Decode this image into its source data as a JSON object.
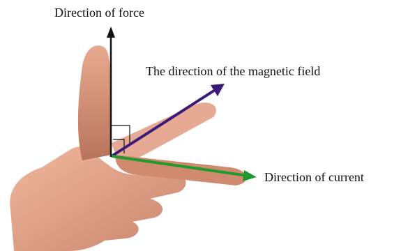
{
  "labels": {
    "force": "Direction of force",
    "field": "The direction of the magnetic field",
    "current": "Direction of current"
  },
  "colors": {
    "force_arrow": "#111111",
    "field_arrow": "#3b1a7a",
    "current_arrow": "#1f9a2e",
    "skin": "#e6a98f",
    "skin_shadow": "#c9856c"
  },
  "icons": {
    "hand": "left-hand-fleming-rule-illustration"
  }
}
